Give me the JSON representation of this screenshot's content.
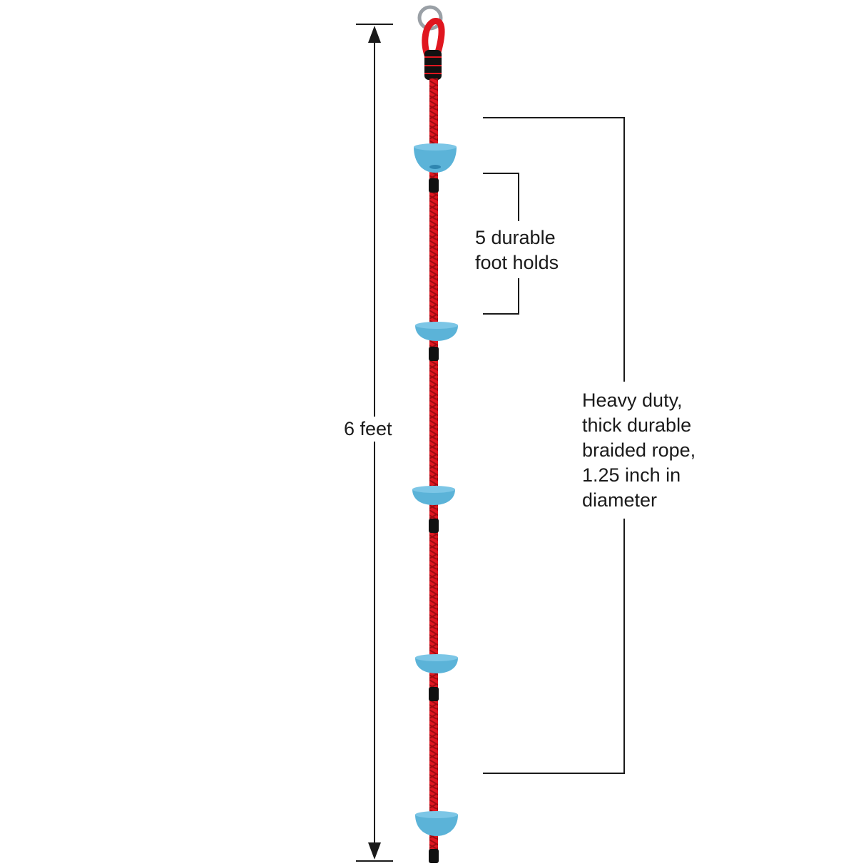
{
  "annotations": {
    "height_label": "6 feet",
    "footholds_label": "5 durable\nfoot holds",
    "rope_label": "Heavy duty,\nthick durable\nbraided rope,\n1.25 inch in\ndiameter"
  },
  "colors": {
    "rope": "#e0161f",
    "foothold": "#5bb3d8",
    "foothold_dark": "#2f86b0",
    "band": "#111111",
    "ring": "#9aa0a6",
    "annotation_line": "#1a1a1a"
  }
}
